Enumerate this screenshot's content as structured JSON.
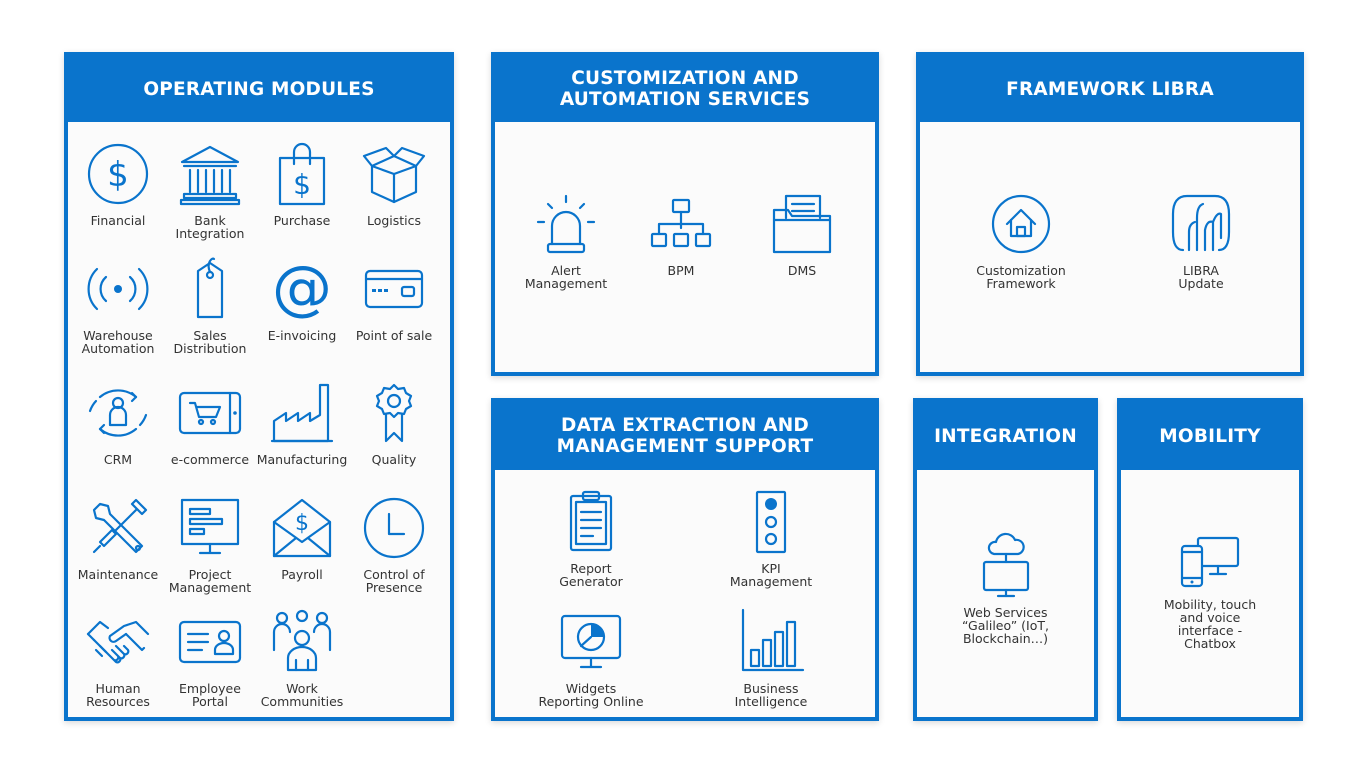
{
  "colors": {
    "accent": "#0a74cc",
    "text": "#333333",
    "header_text": "#ffffff"
  },
  "operating_modules": {
    "title": "OPERATING MODULES",
    "items": [
      {
        "label": "Financial",
        "icon": "dollar-coin-icon"
      },
      {
        "label": "Bank\nIntegration",
        "icon": "bank-building-icon"
      },
      {
        "label": "Purchase",
        "icon": "shopping-bag-icon"
      },
      {
        "label": "Logistics",
        "icon": "open-box-icon"
      },
      {
        "label": "Warehouse\nAutomation",
        "icon": "signal-broadcast-icon"
      },
      {
        "label": "Sales\nDistribution",
        "icon": "price-tag-icon"
      },
      {
        "label": "E-invoicing",
        "icon": "at-sign-icon"
      },
      {
        "label": "Point of sale",
        "icon": "credit-card-icon"
      },
      {
        "label": "CRM",
        "icon": "customer-cycle-icon"
      },
      {
        "label": "e-commerce",
        "icon": "tablet-cart-icon"
      },
      {
        "label": "Manufacturing",
        "icon": "factory-icon"
      },
      {
        "label": "Quality",
        "icon": "award-ribbon-icon"
      },
      {
        "label": "Maintenance",
        "icon": "wrench-screwdriver-icon"
      },
      {
        "label": "Project\nManagement",
        "icon": "monitor-gantt-icon"
      },
      {
        "label": "Payroll",
        "icon": "envelope-dollar-icon"
      },
      {
        "label": "Control of\nPresence",
        "icon": "clock-icon"
      },
      {
        "label": "Human\nResources",
        "icon": "handshake-icon"
      },
      {
        "label": "Employee\nPortal",
        "icon": "id-card-icon"
      },
      {
        "label": "Work\nCommunities",
        "icon": "people-group-icon"
      }
    ]
  },
  "customization": {
    "title": "CUSTOMIZATION AND\nAUTOMATION SERVICES",
    "items": [
      {
        "label": "Alert\nManagement",
        "icon": "alarm-light-icon"
      },
      {
        "label": "BPM",
        "icon": "org-chart-icon"
      },
      {
        "label": "DMS",
        "icon": "folder-document-icon"
      }
    ]
  },
  "framework": {
    "title": "FRAMEWORK LIBRA",
    "items": [
      {
        "label": "Customization\nFramework",
        "icon": "home-circle-icon"
      },
      {
        "label": "LIBRA\nUpdate",
        "icon": "libra-logo-icon"
      }
    ]
  },
  "data_extraction": {
    "title": "DATA EXTRACTION AND\nMANAGEMENT SUPPORT",
    "items": [
      {
        "label": "Report\nGenerator",
        "icon": "clipboard-icon"
      },
      {
        "label": "KPI\nManagement",
        "icon": "traffic-light-icon"
      },
      {
        "label": "Widgets\nReporting Online",
        "icon": "monitor-pie-chart-icon"
      },
      {
        "label": "Business\nIntelligence",
        "icon": "bar-chart-icon"
      }
    ]
  },
  "integration": {
    "title": "INTEGRATION",
    "items": [
      {
        "label": "Web Services\n“Galileo” (IoT,\nBlockchain…)",
        "icon": "cloud-monitor-icon"
      }
    ]
  },
  "mobility": {
    "title": "MOBILITY",
    "items": [
      {
        "label": "Mobility, touch\nand voice\ninterface -\nChatbox",
        "icon": "phone-monitor-icon"
      }
    ]
  }
}
